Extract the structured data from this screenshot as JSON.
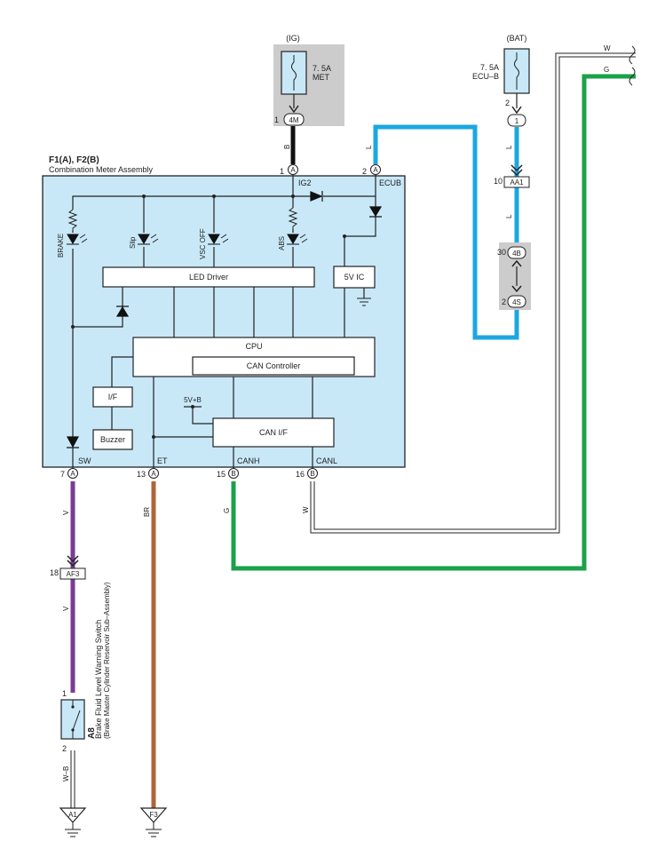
{
  "colors": {
    "assembly_fill": "#c8e8f8",
    "connector_block": "#cccccc",
    "wire_black": "#111111",
    "wire_blue": "#1ba7e0",
    "wire_green": "#1aa14a",
    "wire_purple": "#7b3a96",
    "wire_brown": "#b0643a",
    "wire_white": "#ffffff",
    "outline": "#222222"
  },
  "fuses": {
    "ig": {
      "source": "(IG)",
      "rating": "7. 5A",
      "name": "MET",
      "pin": "1",
      "connector": "4M"
    },
    "bat": {
      "source": "(BAT)",
      "rating": "7. 5A",
      "name": "ECU–B",
      "pin": "2",
      "connector": "1"
    }
  },
  "connectors": {
    "aa1": {
      "pin": "10",
      "code": "AA1"
    },
    "block_4b": {
      "pin": "30",
      "code": "4B"
    },
    "block_4s": {
      "pin": "2",
      "code": "4S"
    },
    "af3": {
      "pin": "18",
      "code": "AF3"
    }
  },
  "wires": {
    "ig_line": "B",
    "bat_line_1": "L",
    "bat_line_2": "L",
    "ecub_line": "L",
    "top_w": "W",
    "top_g": "G",
    "sw_line_1": "V",
    "sw_line_2": "V",
    "et_line": "BR",
    "canh_line": "G",
    "canl_line": "W",
    "switch_ground_line": "W–B"
  },
  "assembly": {
    "connector_ref": "F1(A), F2(B)",
    "name": "Combination Meter Assembly",
    "pins": {
      "ig2": {
        "no": "1",
        "conn": "A",
        "label": "IG2"
      },
      "ecub": {
        "no": "2",
        "conn": "A",
        "label": "ECUB"
      },
      "sw": {
        "no": "7",
        "conn": "A",
        "label": "SW"
      },
      "et": {
        "no": "13",
        "conn": "A",
        "label": "ET"
      },
      "canh": {
        "no": "15",
        "conn": "B",
        "label": "CANH"
      },
      "canl": {
        "no": "16",
        "conn": "B",
        "label": "CANL"
      }
    },
    "leds": {
      "brake": "BRAKE",
      "slip": "Slip",
      "vsc": "VSC OFF",
      "abs": "ABS"
    },
    "blocks": {
      "led_driver": "LED Driver",
      "five_v_ic": "5V IC",
      "cpu": "CPU",
      "can_controller": "CAN Controller",
      "if": "I/F",
      "buzzer": "Buzzer",
      "can_if": "CAN I/F",
      "five_v_b": "5V+B"
    }
  },
  "switch": {
    "code": "A8",
    "name": "Brake Fluid Level Warning Switch",
    "sub": "(Brake Master Cylinder Reservoir Sub–Assembly)",
    "pin_top": "1",
    "pin_bottom": "2"
  },
  "grounds": {
    "a1": "A1",
    "f3": "F3"
  }
}
